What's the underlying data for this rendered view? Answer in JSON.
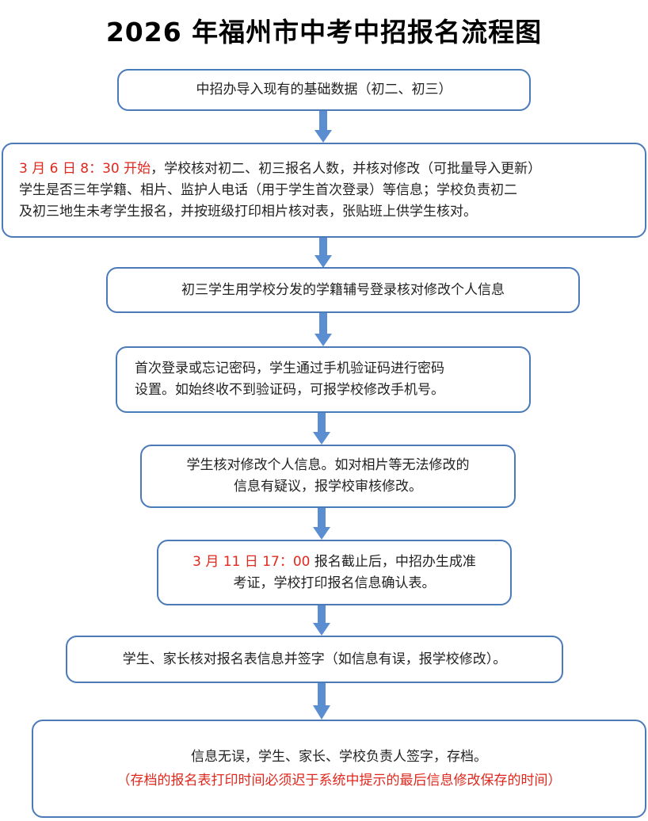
{
  "title": "2026 年福州市中考中招报名流程图",
  "colors": {
    "box_border": "#4a7ab8",
    "arrow": "#5b8ed0",
    "highlight_text": "#e0281e"
  },
  "steps": [
    {
      "lines": [
        {
          "text": "中招办导入现有的基础数据（初二、初三）"
        }
      ]
    },
    {
      "lines": [
        {
          "highlight": "3 月 6 日 8：30 开始",
          "text": "，学校核对初二、初三报名人数，并核对修改（可批量导入更新）"
        },
        {
          "text": "学生是否三年学籍、相片、监护人电话（用于学生首次登录）等信息；学校负责初二"
        },
        {
          "text": "及初三地生未考学生报名，并按班级打印相片核对表，张贴班上供学生核对。"
        }
      ]
    },
    {
      "lines": [
        {
          "text": "初三学生用学校分发的学籍辅号登录核对修改个人信息"
        }
      ]
    },
    {
      "lines": [
        {
          "text": "首次登录或忘记密码，学生通过手机验证码进行密码"
        },
        {
          "text": "设置。如始终收不到验证码，可报学校修改手机号。"
        }
      ]
    },
    {
      "lines": [
        {
          "text": "学生核对修改个人信息。如对相片等无法修改的"
        },
        {
          "text": "信息有疑议，报学校审核修改。"
        }
      ]
    },
    {
      "lines": [
        {
          "highlight": "3 月 11 日 17：00",
          "text": " 报名截止后，中招办生成准"
        },
        {
          "text": "考证，学校打印报名信息确认表。"
        }
      ]
    },
    {
      "lines": [
        {
          "text": "学生、家长核对报名表信息并签字（如信息有误，报学校修改）。"
        }
      ]
    },
    {
      "lines": [
        {
          "text": "信息无误，学生、家长、学校负责人签字，存档。"
        },
        {
          "highlight": "（存档的报名表打印时间必须迟于系统中提示的最后信息修改保存的时间）"
        }
      ]
    }
  ]
}
